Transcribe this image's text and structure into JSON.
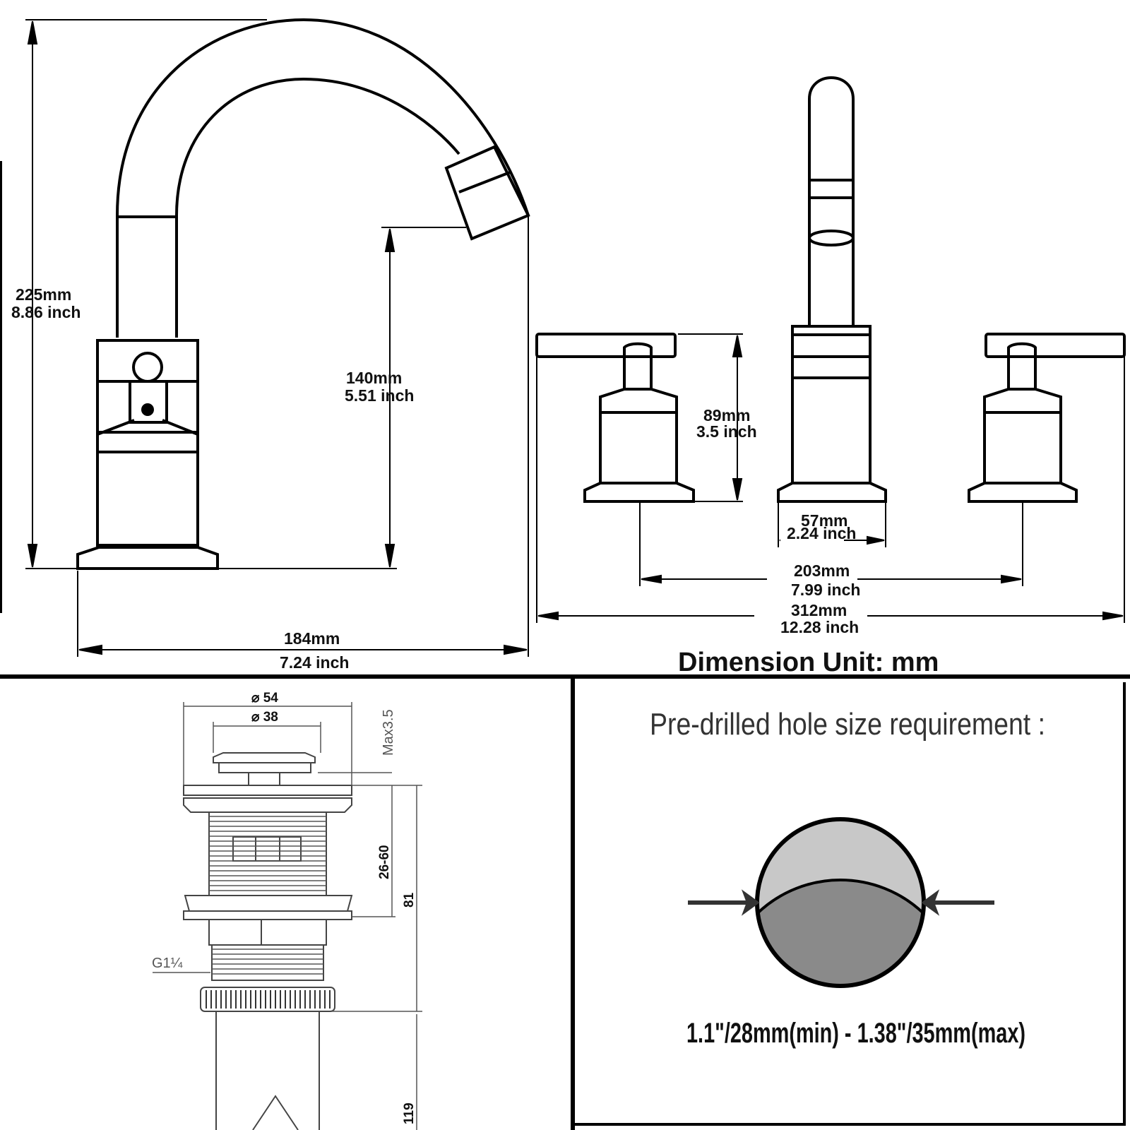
{
  "side_view": {
    "height_total_mm": "225mm",
    "height_total_inch": "8.86 inch",
    "spout_height_mm": "140mm",
    "spout_height_inch": "5.51 inch",
    "reach_mm": "184mm",
    "reach_inch": "7.24 inch"
  },
  "front_view": {
    "handle_height_mm": "89mm",
    "handle_height_inch": "3.5 inch",
    "base_width_mm": "57mm",
    "base_width_inch": "2.24 inch",
    "handle_spacing_mm": "203mm",
    "handle_spacing_inch": "7.99 inch",
    "overall_width_mm": "312mm",
    "overall_width_inch": "12.28 inch",
    "unit_label": "Dimension Unit: mm"
  },
  "drain": {
    "outer_diameter": "⌀ 54",
    "inner_diameter": "⌀ 38",
    "max_label": "Max3.5",
    "thread_range": "26-60",
    "body_height": "81",
    "thread_label": "G1¼",
    "tail_height": "119"
  },
  "hole_requirement": {
    "title": "Pre-drilled hole size requirement :",
    "range": "1.1\"/28mm(min) - 1.38\"/35mm(max)",
    "colors": {
      "light": "#c8c8c8",
      "dark": "#8a8a8a"
    }
  }
}
